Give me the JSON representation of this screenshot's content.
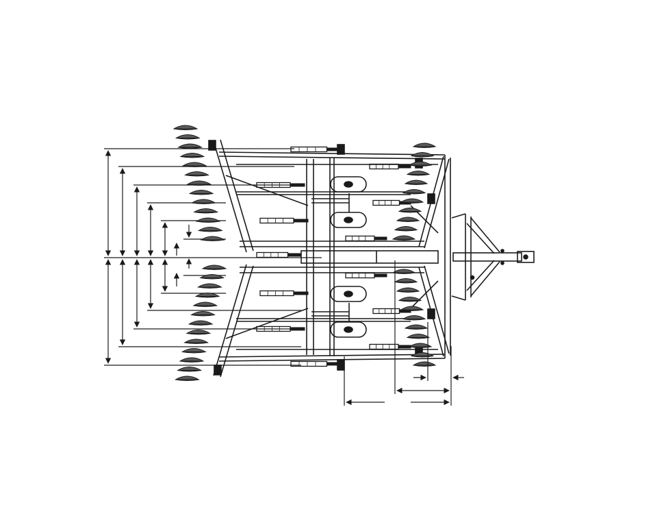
{
  "figure": {
    "subject": "tandem-disk-harrow-top-view",
    "background_color": "#ffffff",
    "ink_color": "#1a1a1a",
    "shading_color": "#5a5a5a"
  },
  "dimension_arrows": {
    "vertical_pairs": 6,
    "horizontal_arrows": 4
  },
  "text_labels": []
}
